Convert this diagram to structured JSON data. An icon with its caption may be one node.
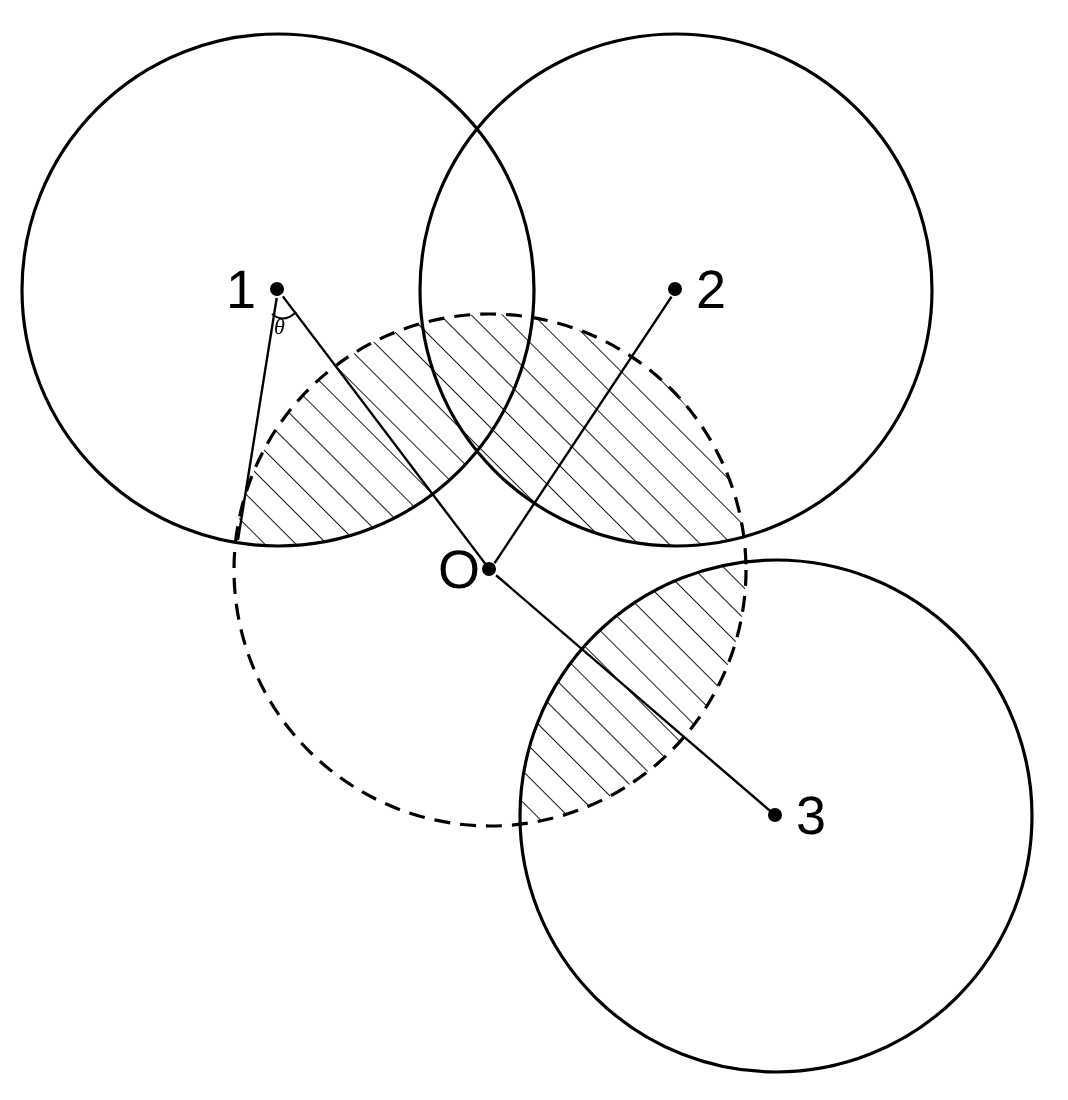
{
  "diagram": {
    "nodes": [
      {
        "text": [
          "1"
        ]
      },
      {
        "text": [
          "2"
        ]
      },
      {
        "text": [
          "3"
        ]
      },
      {
        "text": [
          "O"
        ]
      }
    ],
    "edges": [
      {
        "from": 3,
        "to": 0,
        "arrow": "none"
      },
      {
        "from": 3,
        "to": 1,
        "arrow": "none"
      },
      {
        "from": 3,
        "to": 2,
        "arrow": "none"
      },
      {
        "from": 0,
        "to": null,
        "arrow": "none"
      }
    ],
    "labels": [
      "θ"
    ]
  }
}
